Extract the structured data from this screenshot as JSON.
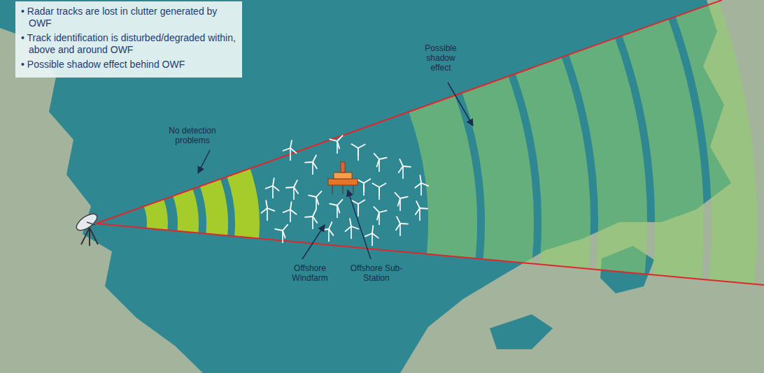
{
  "diagram": {
    "nodes": [
      {
        "text": [
          "• Radar tracks are lost in clutter generated by OWF",
          "• Track identification is disturbed/degraded within, above and around OWF",
          "• Possible shadow effect behind OWF"
        ]
      }
    ],
    "labels": [
      "No detection problems",
      "Possible shadow effect",
      "Offshore Windfarm",
      "Offshore Sub-Station"
    ]
  }
}
